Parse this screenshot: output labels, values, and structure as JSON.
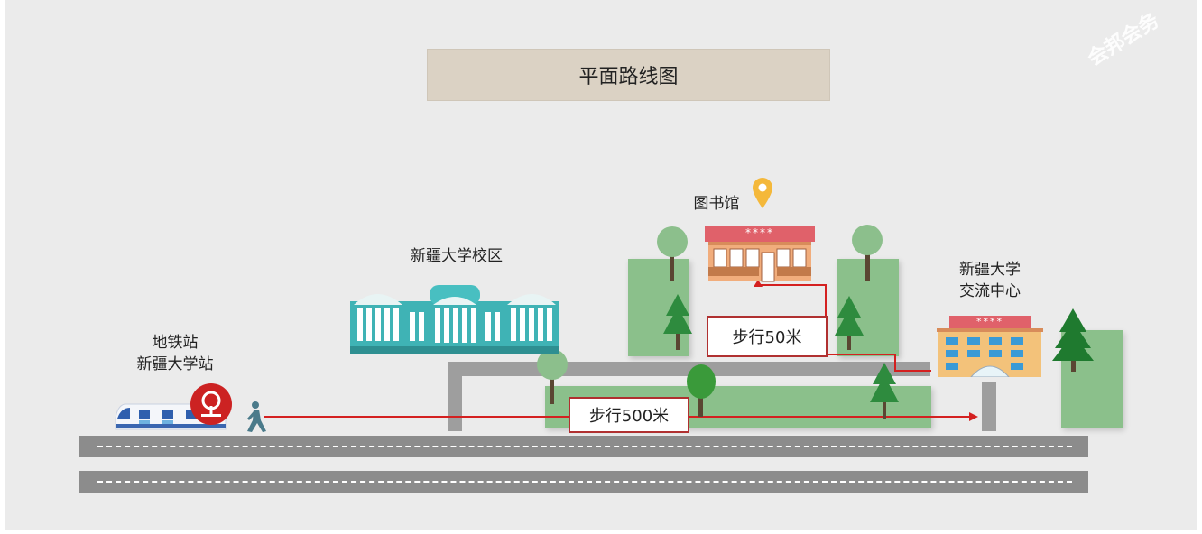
{
  "title": "平面路线图",
  "watermark": "会邦会务",
  "labels": {
    "metro_line1": "地铁站",
    "metro_line2": "新疆大学站",
    "campus": "新疆大学校区",
    "library": "图书馆",
    "center_line1": "新疆大学",
    "center_line2": "交流中心"
  },
  "walk": {
    "long": "步行500米",
    "short": "步行50米"
  },
  "building_signs": {
    "library": "****",
    "hotel": "****"
  },
  "colors": {
    "route": "#d42020",
    "road": "#8c8c8c",
    "grass": "#8bc08b",
    "pin": "#f4b83a",
    "metro_logo": "#cc2222"
  }
}
